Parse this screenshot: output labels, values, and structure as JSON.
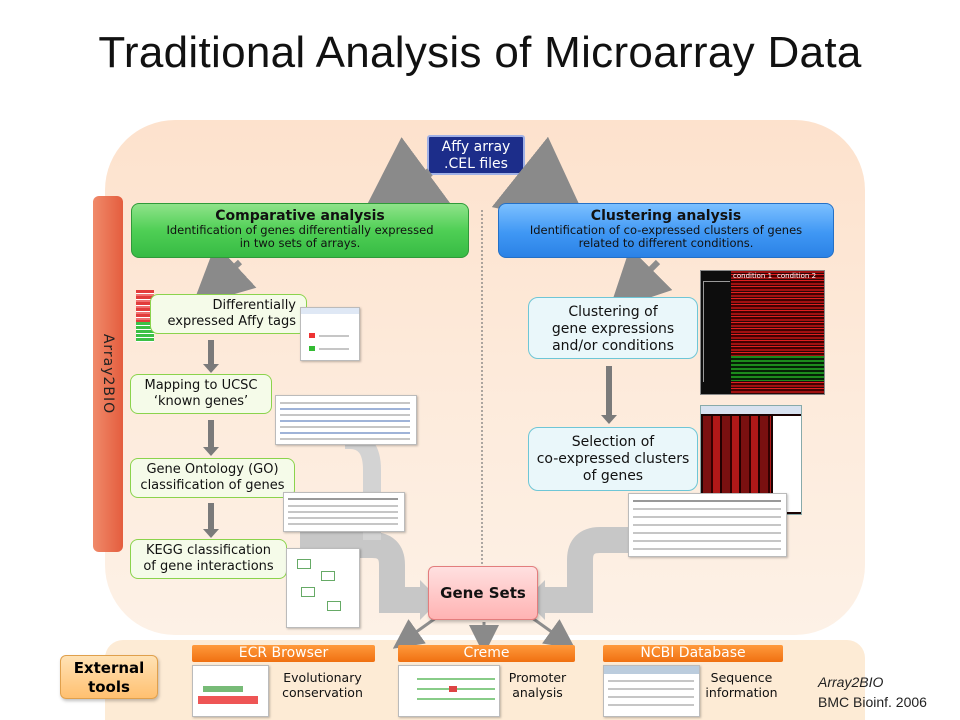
{
  "title": "Traditional Analysis of Microarray Data",
  "source_box": {
    "line1": "Affy array",
    "line2": ".CEL files"
  },
  "side_label": "Array2BIO",
  "comparative": {
    "title": "Comparative analysis",
    "line1": "Identification of genes differentially expressed",
    "line2": "in two sets of arrays."
  },
  "clustering": {
    "title": "Clustering analysis",
    "line1": "Identification of co-expressed clusters of genes",
    "line2": "related to different conditions."
  },
  "left_steps": [
    {
      "line1": "Differentially",
      "line2": "expressed Affy tags"
    },
    {
      "line1": "Mapping to UCSC",
      "line2": "‘known genes’"
    },
    {
      "line1": "Gene Ontology (GO)",
      "line2": "classification of genes"
    },
    {
      "line1": "KEGG classification",
      "line2": "of gene interactions"
    }
  ],
  "right_steps": [
    {
      "line1": "Clustering of",
      "line2": "gene expressions",
      "line3": "and/or conditions"
    },
    {
      "line1": "Selection of",
      "line2": "co-expressed clusters",
      "line3": "of genes"
    }
  ],
  "heatmap_labels": {
    "c1": "condition 1",
    "c2": "condition 2"
  },
  "gene_sets": "Gene Sets",
  "external": {
    "label_line1": "External",
    "label_line2": "tools",
    "tools": [
      {
        "name": "ECR Browser",
        "line1": "Evolutionary",
        "line2": "conservation"
      },
      {
        "name": "Creme",
        "line1": "Promoter",
        "line2": "analysis"
      },
      {
        "name": "NCBI Database",
        "line1": "Sequence",
        "line2": "information"
      }
    ]
  },
  "citation": {
    "line1": "Array2BIO",
    "line2": "BMC Bioinf. 2006"
  },
  "colors": {
    "green": "#4fcf55",
    "blue": "#3f97f4",
    "orange": "#f07011",
    "navy": "#1c2d8a"
  }
}
